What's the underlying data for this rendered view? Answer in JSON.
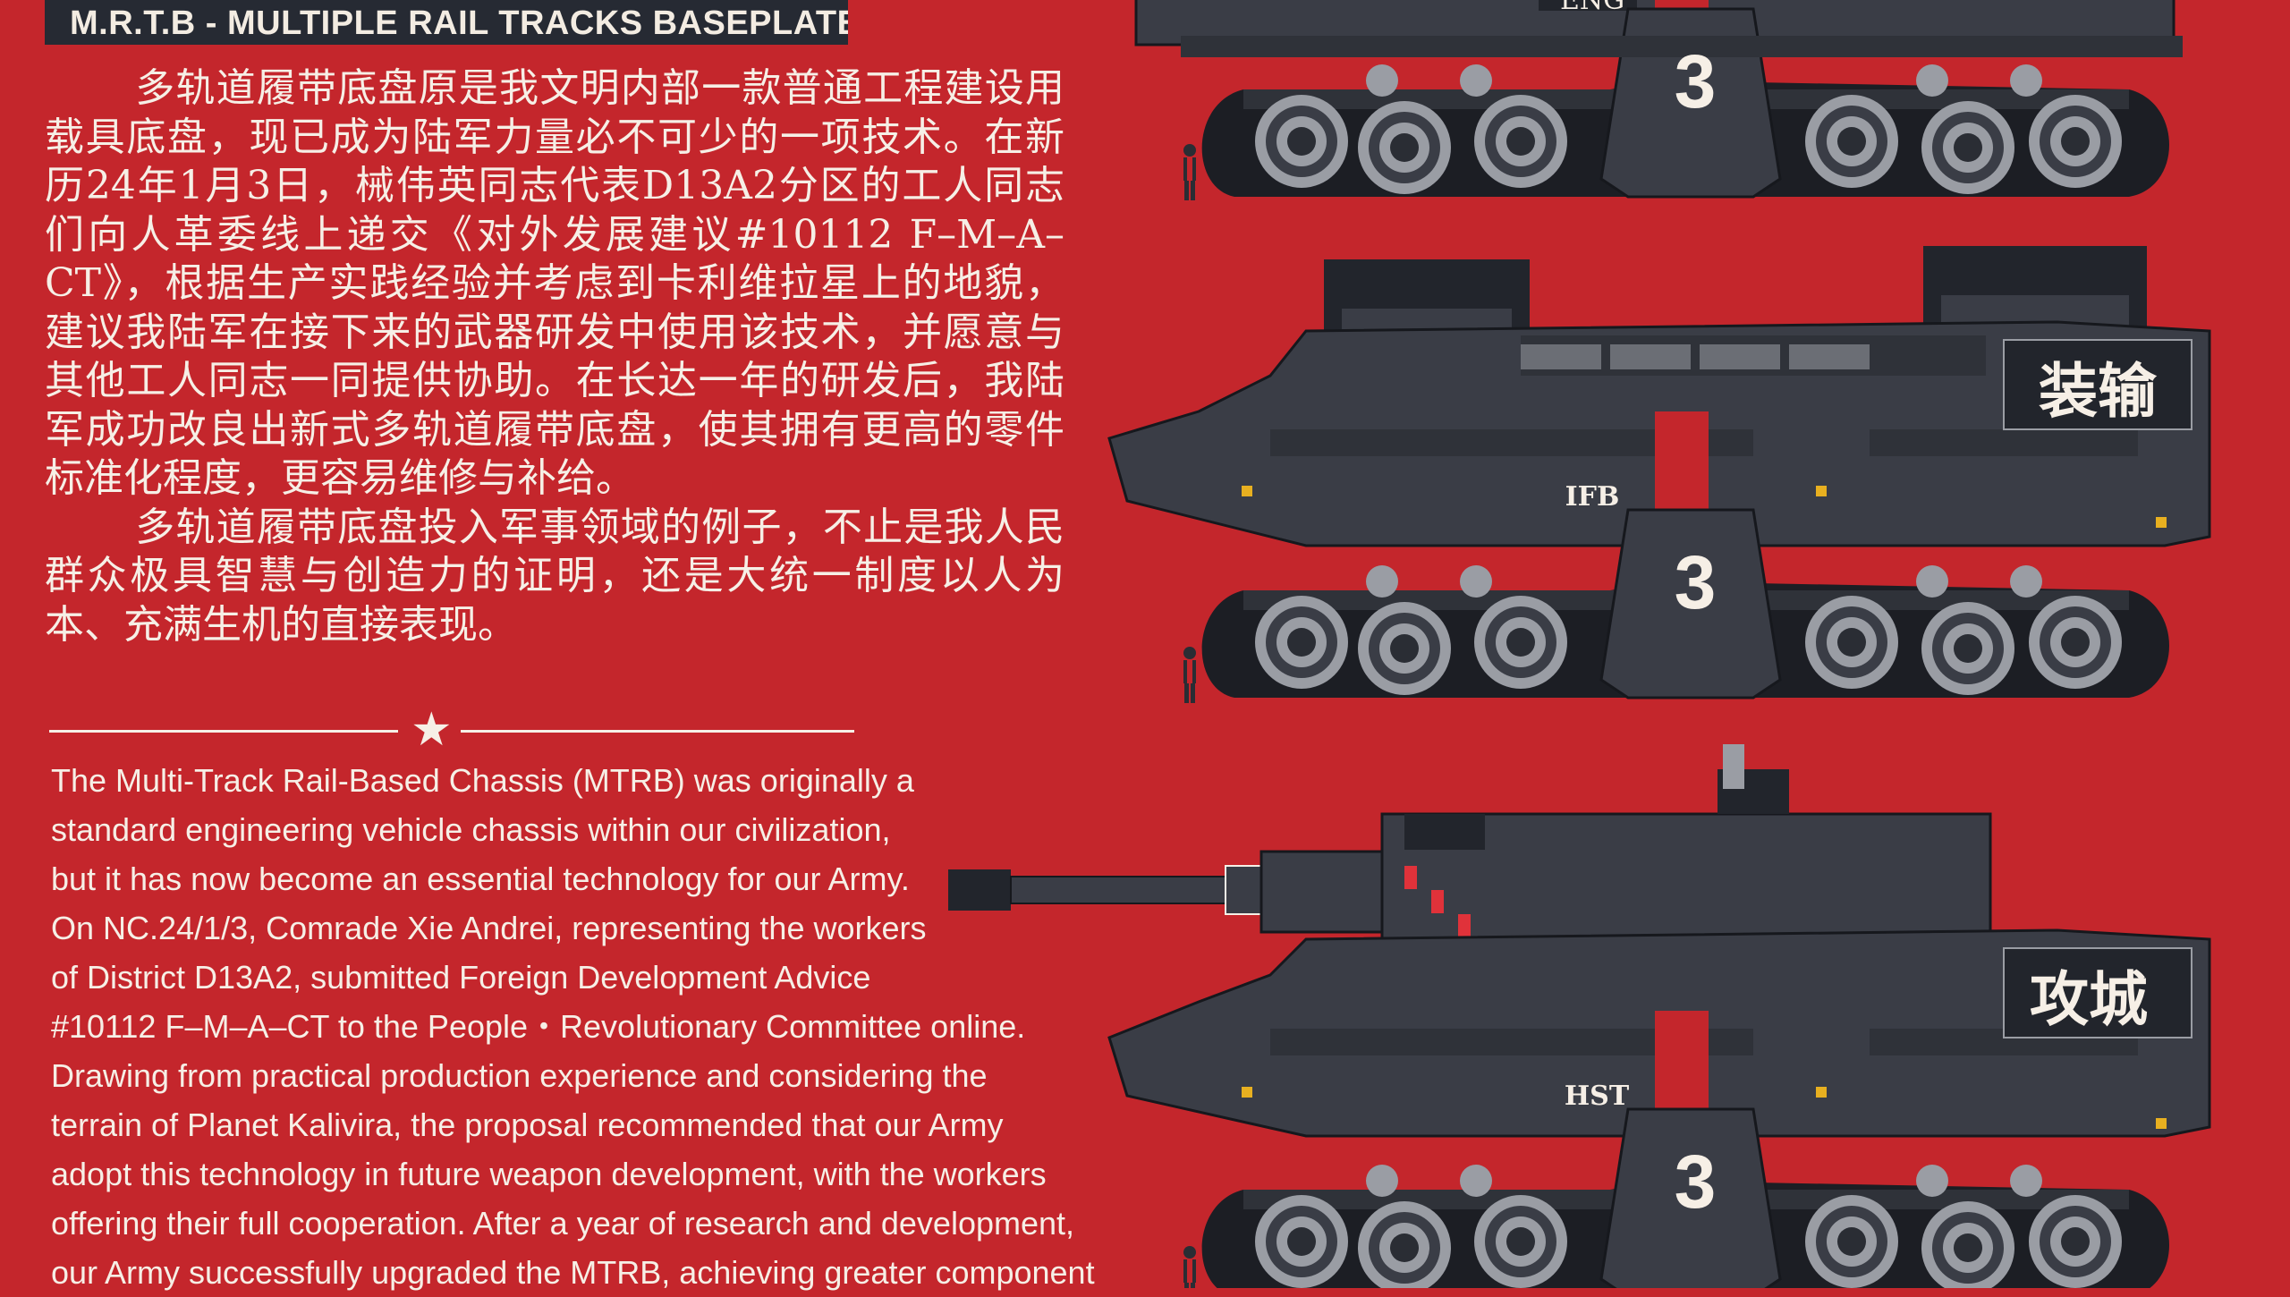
{
  "header": {
    "title": "M.R.T.B - MULTIPLE RAIL TRACKS BASEPLATE"
  },
  "cn_text": {
    "p1": "多轨道履带底盘原是我文明内部一款普通工程建设用载具底盘，现已成为陆军力量必不可少的一项技术。在新历24年1月3日，械伟英同志代表D13A2分区的工人同志们向人革委线上递交《对外发展建议#10112 F–M–A–CT》，根据生产实践经验并考虑到卡利维拉星上的地貌，建议我陆军在接下来的武器研发中使用该技术，并愿意与其他工人同志一同提供协助。在长达一年的研发后，我陆军成功改良出新式多轨道履带底盘，使其拥有更高的零件标准化程度，更容易维修与补给。",
    "p2": "多轨道履带底盘投入军事领域的例子，不止是我人民群众极具智慧与创造力的证明，还是大统一制度以人为本、充满生机的直接表现。"
  },
  "en_text": {
    "lines": [
      "The Multi-Track Rail-Based Chassis (MTRB) was originally a",
      "standard engineering vehicle chassis within our civilization,",
      "but it has now become an essential technology for our Army.",
      "On NC.24/1/3, Comrade Xie Andrei, representing the workers",
      "of District D13A2, submitted Foreign Development Advice",
      "#10112 F–M–A–CT to the People・Revolutionary Committee online.",
      "Drawing from practical production experience and considering the",
      "terrain of Planet Kalivira, the proposal recommended that our Army",
      "adopt this technology in future weapon development, with the workers",
      "offering their full cooperation. After a year of research and development,",
      "our Army successfully upgraded the MTRB, achieving greater component"
    ]
  },
  "vehicles": [
    {
      "code": "ENG",
      "number": "3"
    },
    {
      "code": "IFB",
      "number": "3",
      "badge": "装输"
    },
    {
      "code": "HST",
      "number": "3",
      "badge": "攻城"
    }
  ],
  "colors": {
    "background": "#c4262c",
    "hull": "#3a3d46",
    "hull_dark": "#22252c",
    "wheel": "#9a9da4",
    "accent_red": "#c4262c",
    "text": "#f6efe6"
  }
}
